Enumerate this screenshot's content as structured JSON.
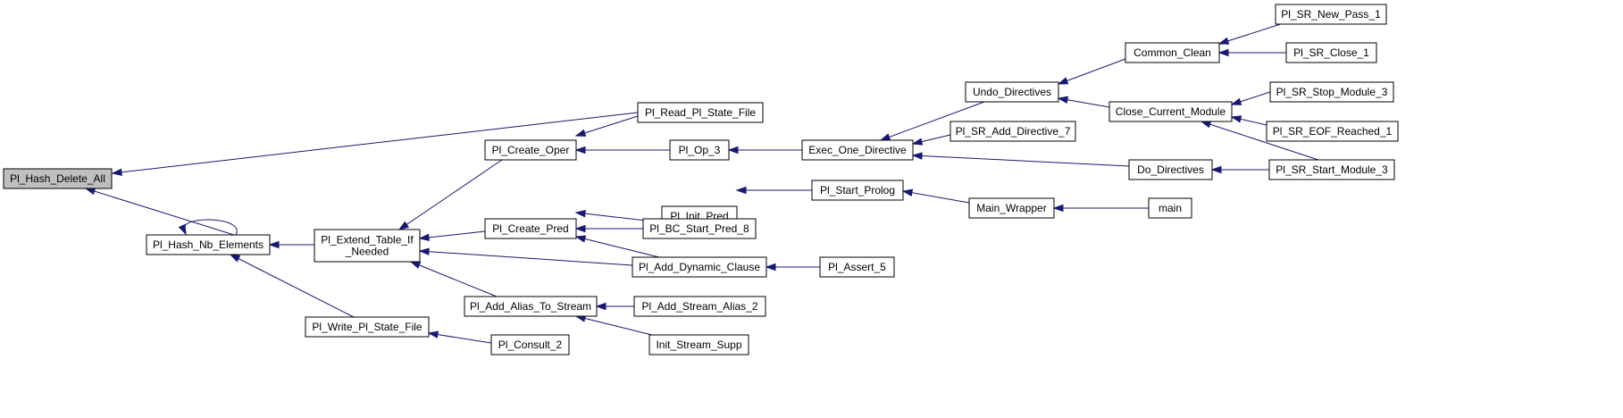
{
  "colors": {
    "edge": "#191970",
    "node_fill": "#ffffff",
    "node_highlight": "#bfbfbf",
    "node_border": "#000000"
  },
  "nodes": [
    {
      "id": "hash_delete_all",
      "label": "Pl_Hash_Delete_All",
      "highlight": true
    },
    {
      "id": "hash_nb_elements",
      "label": "Pl_Hash_Nb_Elements"
    },
    {
      "id": "extend_table",
      "label": [
        "Pl_Extend_Table_If",
        "_Needed"
      ]
    },
    {
      "id": "write_pl_state",
      "label": "Pl_Write_Pl_State_File"
    },
    {
      "id": "create_oper",
      "label": "Pl_Create_Oper"
    },
    {
      "id": "create_pred",
      "label": "Pl_Create_Pred"
    },
    {
      "id": "add_alias",
      "label": "Pl_Add_Alias_To_Stream"
    },
    {
      "id": "consult_2",
      "label": "Pl_Consult_2"
    },
    {
      "id": "read_pl_state",
      "label": "Pl_Read_Pl_State_File"
    },
    {
      "id": "op_3",
      "label": "Pl_Op_3"
    },
    {
      "id": "init_pred",
      "label": "Pl_Init_Pred"
    },
    {
      "id": "bc_start_pred",
      "label": "Pl_BC_Start_Pred_8"
    },
    {
      "id": "add_dyn_clause",
      "label": "Pl_Add_Dynamic_Clause"
    },
    {
      "id": "add_stream_alias",
      "label": "Pl_Add_Stream_Alias_2"
    },
    {
      "id": "init_stream_supp",
      "label": "Init_Stream_Supp"
    },
    {
      "id": "exec_one_directive",
      "label": "Exec_One_Directive"
    },
    {
      "id": "start_prolog",
      "label": "Pl_Start_Prolog"
    },
    {
      "id": "assert_5",
      "label": "Pl_Assert_5"
    },
    {
      "id": "undo_directives",
      "label": "Undo_Directives"
    },
    {
      "id": "sr_add_directive",
      "label": "Pl_SR_Add_Directive_7"
    },
    {
      "id": "main_wrapper",
      "label": "Main_Wrapper"
    },
    {
      "id": "common_clean",
      "label": "Common_Clean"
    },
    {
      "id": "close_current_module",
      "label": "Close_Current_Module"
    },
    {
      "id": "do_directives",
      "label": "Do_Directives"
    },
    {
      "id": "main",
      "label": "main"
    },
    {
      "id": "sr_new_pass",
      "label": "Pl_SR_New_Pass_1"
    },
    {
      "id": "sr_close",
      "label": "Pl_SR_Close_1"
    },
    {
      "id": "sr_stop_module",
      "label": "Pl_SR_Stop_Module_3"
    },
    {
      "id": "sr_eof_reached",
      "label": "Pl_SR_EOF_Reached_1"
    },
    {
      "id": "sr_start_module",
      "label": "Pl_SR_Start_Module_3"
    }
  ],
  "edges": [
    {
      "from": "hash_nb_elements",
      "to": "hash_delete_all"
    },
    {
      "from": "read_pl_state",
      "to": "hash_delete_all"
    },
    {
      "from": "hash_nb_elements",
      "to": "hash_nb_elements"
    },
    {
      "from": "extend_table",
      "to": "hash_nb_elements"
    },
    {
      "from": "write_pl_state",
      "to": "hash_nb_elements"
    },
    {
      "from": "create_oper",
      "to": "extend_table"
    },
    {
      "from": "create_pred",
      "to": "extend_table"
    },
    {
      "from": "add_dyn_clause",
      "to": "extend_table"
    },
    {
      "from": "add_alias",
      "to": "extend_table"
    },
    {
      "from": "consult_2",
      "to": "write_pl_state"
    },
    {
      "from": "read_pl_state",
      "to": "create_oper"
    },
    {
      "from": "op_3",
      "to": "create_oper"
    },
    {
      "from": "init_pred",
      "to": "create_pred"
    },
    {
      "from": "bc_start_pred",
      "to": "create_pred"
    },
    {
      "from": "add_dyn_clause",
      "to": "create_pred"
    },
    {
      "from": "add_stream_alias",
      "to": "add_alias"
    },
    {
      "from": "init_stream_supp",
      "to": "add_alias"
    },
    {
      "from": "exec_one_directive",
      "to": "op_3"
    },
    {
      "from": "start_prolog",
      "to": "init_pred"
    },
    {
      "from": "assert_5",
      "to": "add_dyn_clause"
    },
    {
      "from": "undo_directives",
      "to": "exec_one_directive"
    },
    {
      "from": "sr_add_directive",
      "to": "exec_one_directive"
    },
    {
      "from": "do_directives",
      "to": "exec_one_directive"
    },
    {
      "from": "main_wrapper",
      "to": "start_prolog"
    },
    {
      "from": "common_clean",
      "to": "undo_directives"
    },
    {
      "from": "close_current_module",
      "to": "undo_directives"
    },
    {
      "from": "main",
      "to": "main_wrapper"
    },
    {
      "from": "sr_new_pass",
      "to": "common_clean"
    },
    {
      "from": "sr_close",
      "to": "common_clean"
    },
    {
      "from": "sr_stop_module",
      "to": "close_current_module"
    },
    {
      "from": "sr_eof_reached",
      "to": "close_current_module"
    },
    {
      "from": "sr_start_module",
      "to": "close_current_module"
    },
    {
      "from": "sr_start_module",
      "to": "do_directives"
    }
  ]
}
